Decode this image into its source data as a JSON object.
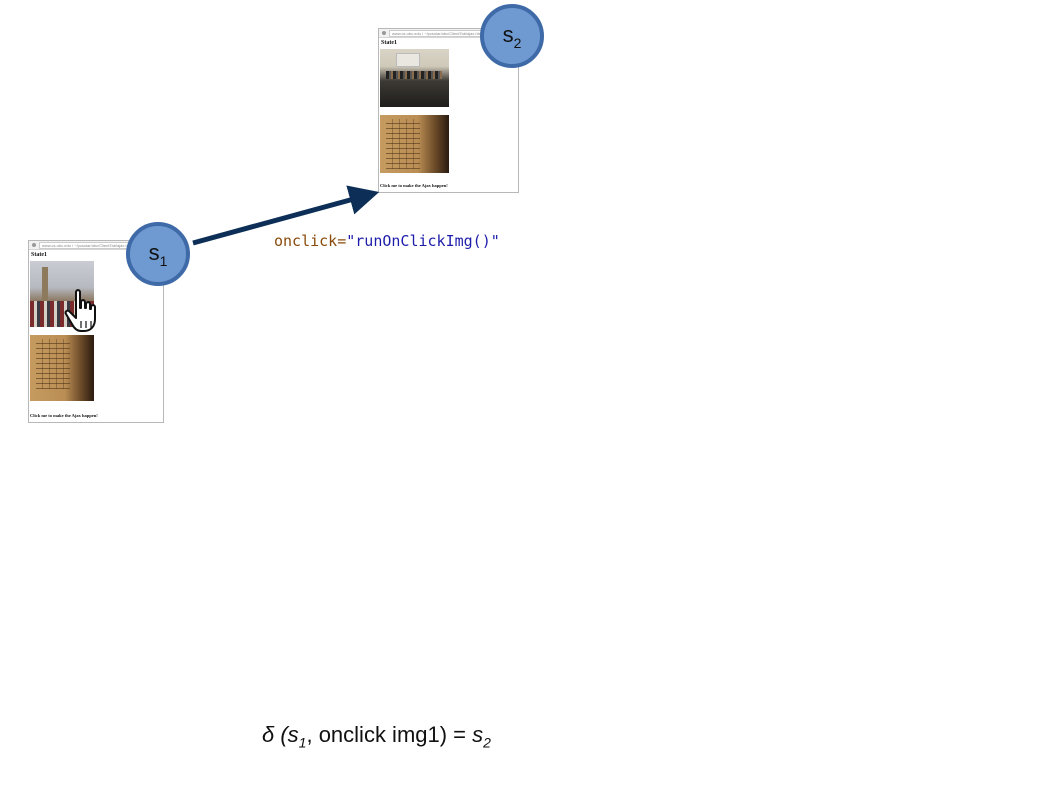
{
  "state1_screenshot": {
    "url": "www.cs.ubc.edu / ~/pcsolar/ubc/ClientTab/ajax.html",
    "heading": "State1",
    "caption": "Click me to make the Ajax happen!"
  },
  "state2_screenshot": {
    "url": "www.cs.ubc.edu / ~/pcsolar/ubc/ClientTab/ajax.html",
    "heading": "State1",
    "caption": "Click me to make the Ajax happen!"
  },
  "nodes": {
    "s1": {
      "base": "s",
      "sub": "1"
    },
    "s2": {
      "base": "s",
      "sub": "2"
    }
  },
  "edge_label": {
    "attr": "onclick",
    "op": "=",
    "value": "\"runOnClickImg()\""
  },
  "formula": {
    "delta": "δ (",
    "s1_base": "s",
    "s1_sub": "1",
    "middle": ", onclick img1) = ",
    "s2_base": "s",
    "s2_sub": "2"
  },
  "colors": {
    "node_fill": "#6f9ad1",
    "node_border": "#3f6aa8",
    "arrow": "#0d2f57"
  },
  "icons": [
    "hand-pointer-icon",
    "arrow-icon"
  ]
}
